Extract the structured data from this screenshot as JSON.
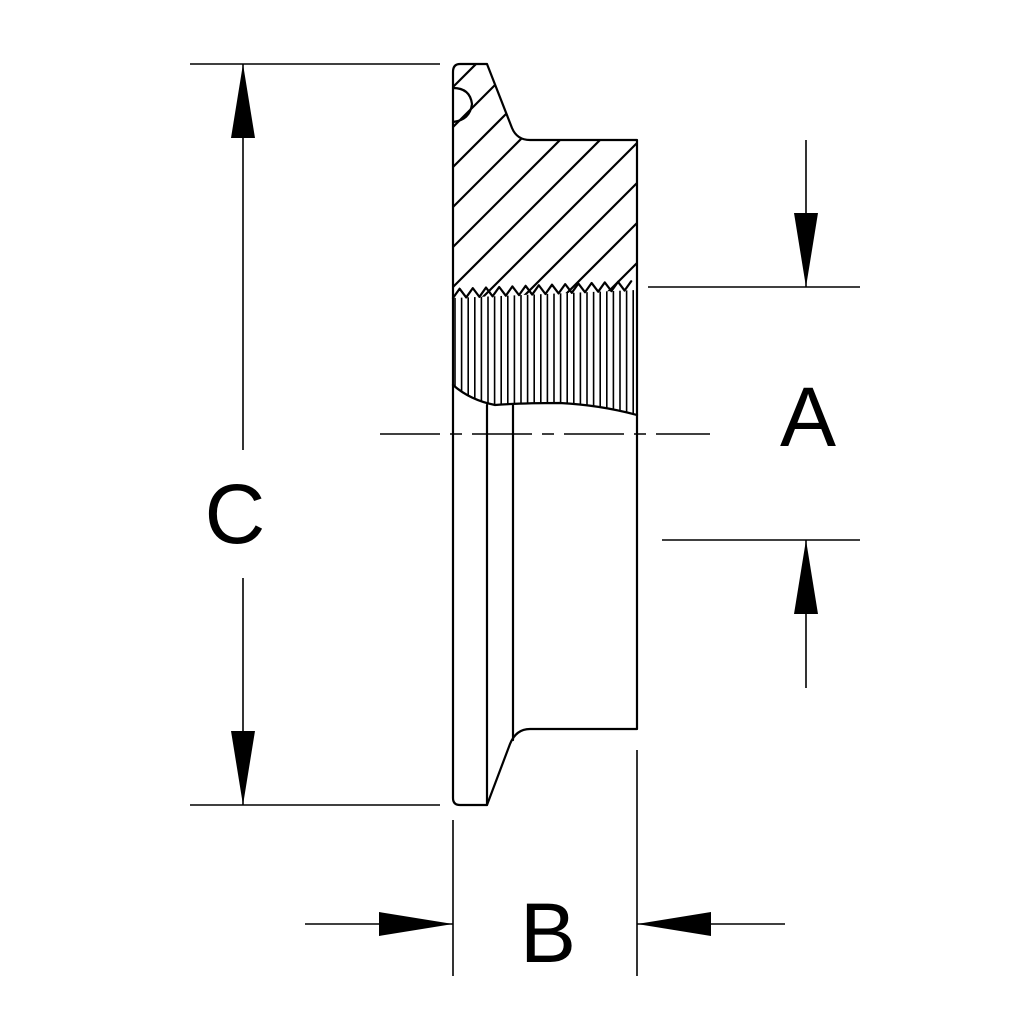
{
  "diagram": {
    "labels": {
      "a": "A",
      "b": "B",
      "c": "C"
    },
    "line_color": "#000000",
    "background": "#ffffff"
  }
}
